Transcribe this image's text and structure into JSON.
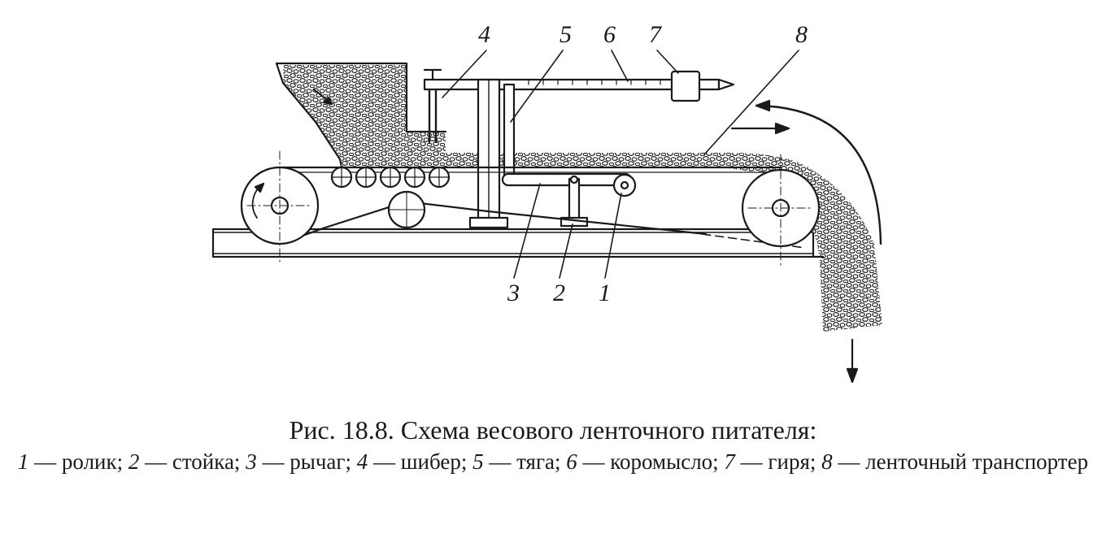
{
  "labels": {
    "l1": "1",
    "l2": "2",
    "l3": "3",
    "l4": "4",
    "l5": "5",
    "l6": "6",
    "l7": "7",
    "l8": "8"
  },
  "caption": {
    "title": "Рис. 18.8. Схема весового ленточного питателя:",
    "legend": [
      {
        "num": "1",
        "text": " — ролик; "
      },
      {
        "num": "2",
        "text": " — стойка; "
      },
      {
        "num": "3",
        "text": " — рычаг; "
      },
      {
        "num": "4",
        "text": " — шибер; "
      },
      {
        "num": "5",
        "text": " — тяга; "
      },
      {
        "num": "6",
        "text": " — коромысло; "
      },
      {
        "num": "7",
        "text": " — гиря; "
      },
      {
        "num": "8",
        "text": " — ленточный транспортер"
      }
    ]
  }
}
